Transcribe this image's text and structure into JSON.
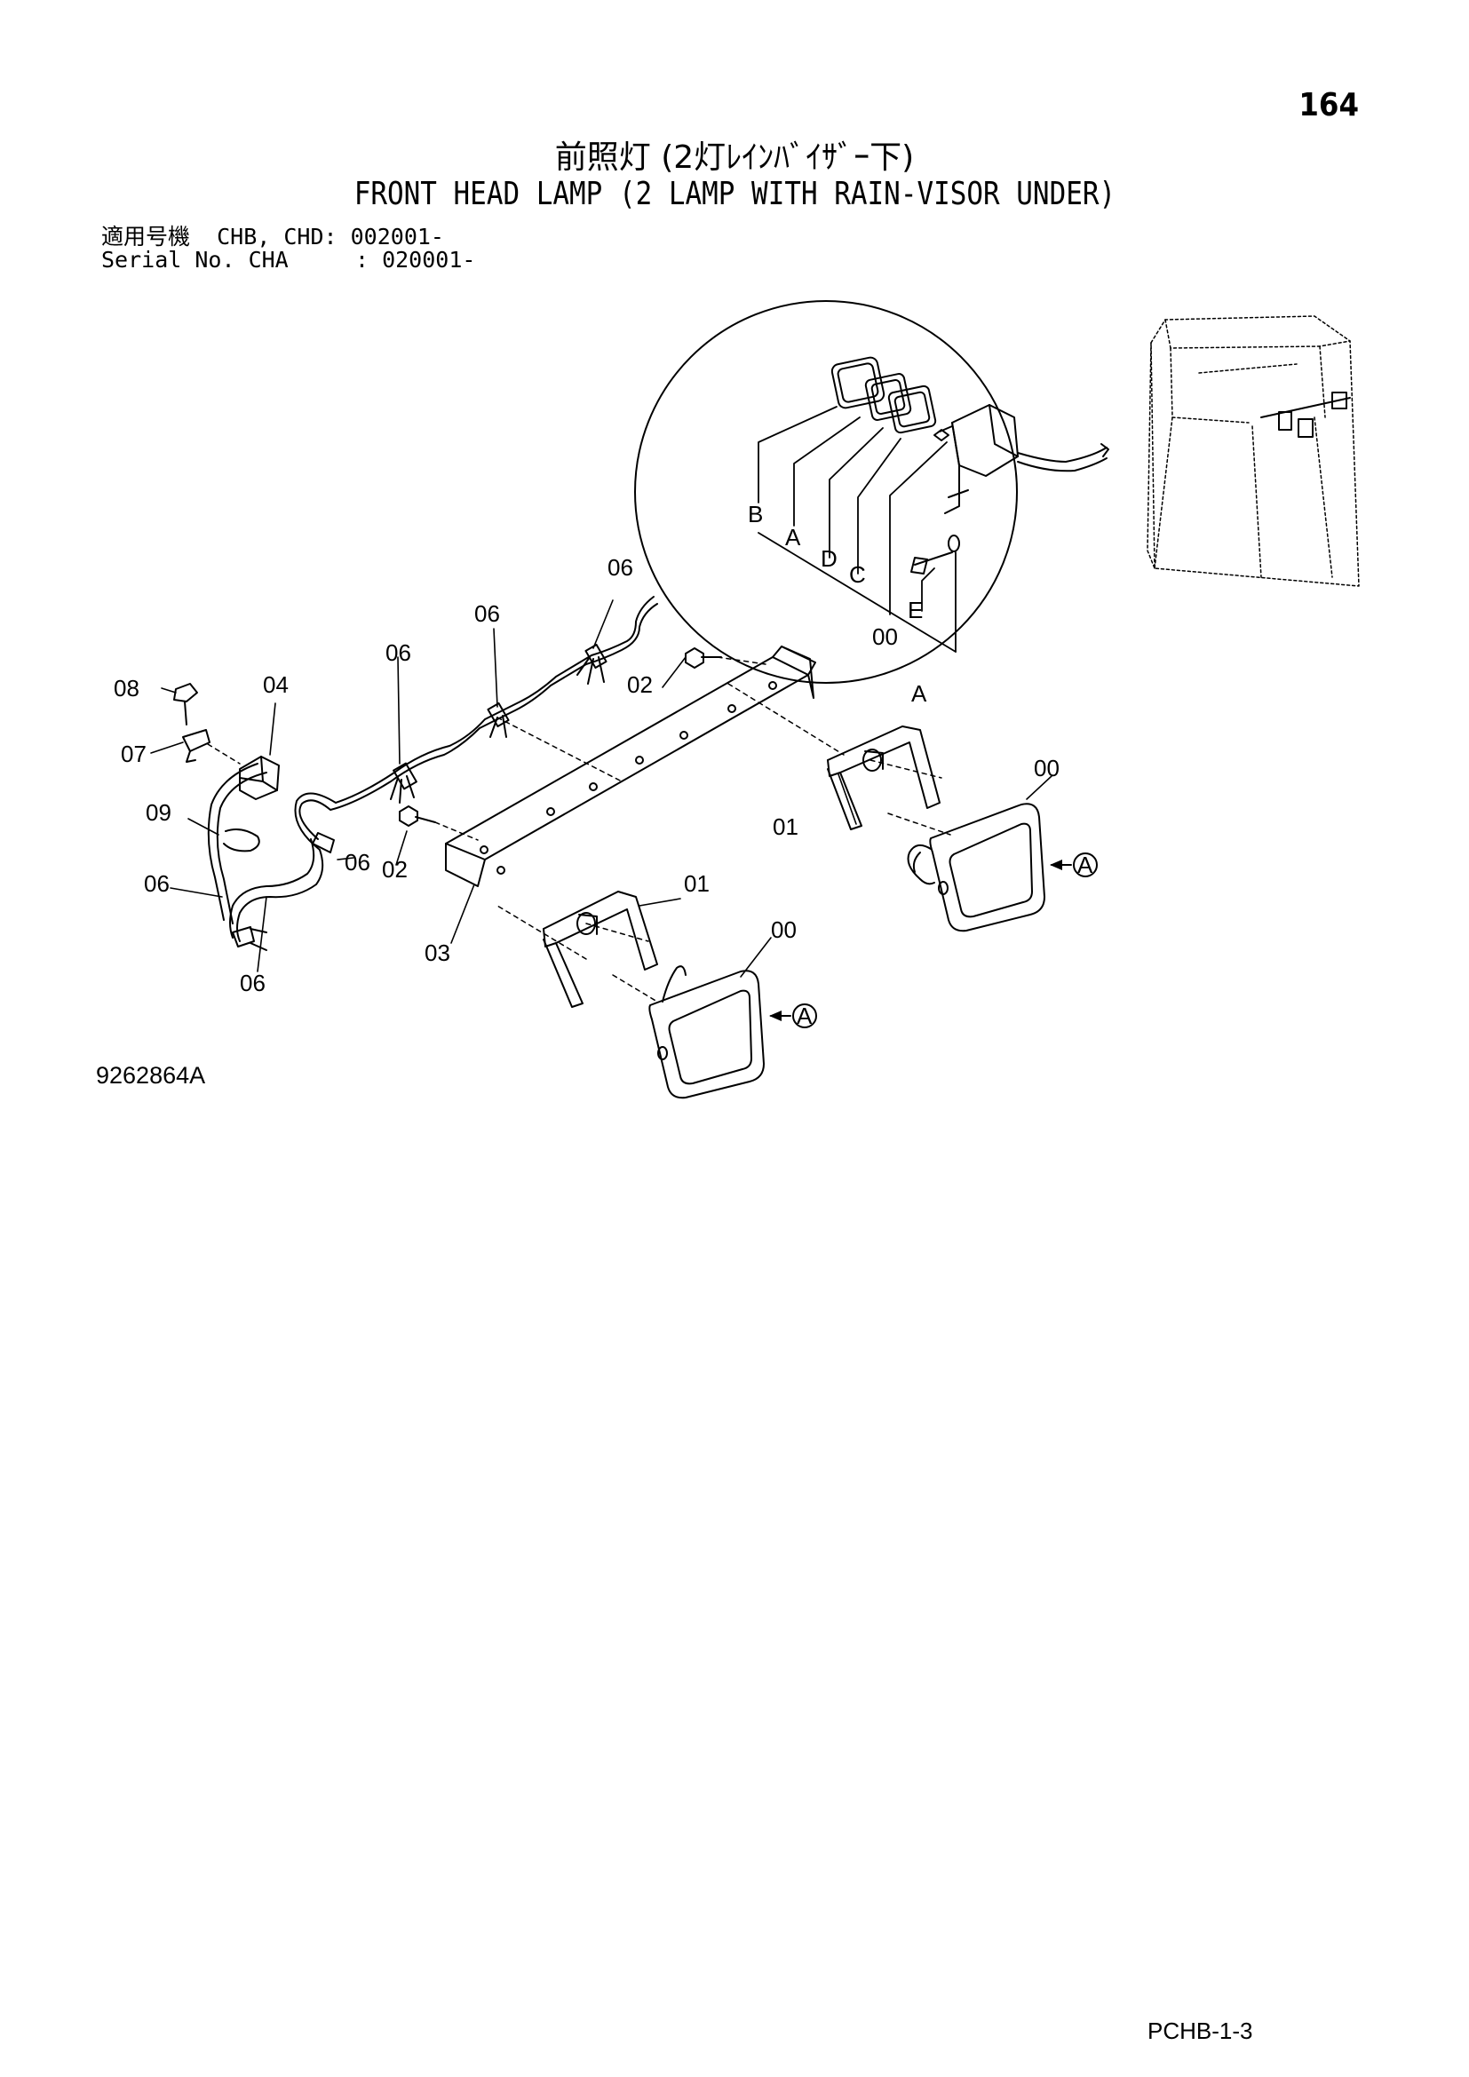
{
  "page": {
    "number": "164",
    "title_jp": "前照灯 (2灯ﾚｲﾝﾊﾞｲｻﾞｰ下)",
    "title_en": "FRONT HEAD LAMP (2 LAMP WITH RAIN-VISOR UNDER)",
    "serial_line1": "適用号機  CHB, CHD: 002001-",
    "serial_line2": "Serial No. CHA     : 020001-",
    "drawing_code": "9262864A",
    "page_code": "PCHB-1-3"
  },
  "callouts": {
    "c00a": "00",
    "c00b": "00",
    "c00c": "00",
    "c01a": "01",
    "c01b": "01",
    "c02a": "02",
    "c02b": "02",
    "c03": "03",
    "c04": "04",
    "c06a": "06",
    "c06b": "06",
    "c06c": "06",
    "c06d": "06",
    "c06e": "06",
    "c06f": "06",
    "c07": "07",
    "c08": "08",
    "c09": "09"
  },
  "detail": {
    "label_b": "B",
    "label_a": "A",
    "label_d": "D",
    "label_c": "C",
    "label_e": "E",
    "label_00": "00",
    "circle_label": "A"
  },
  "references": {
    "ref_a1": "A",
    "ref_a2": "A"
  }
}
